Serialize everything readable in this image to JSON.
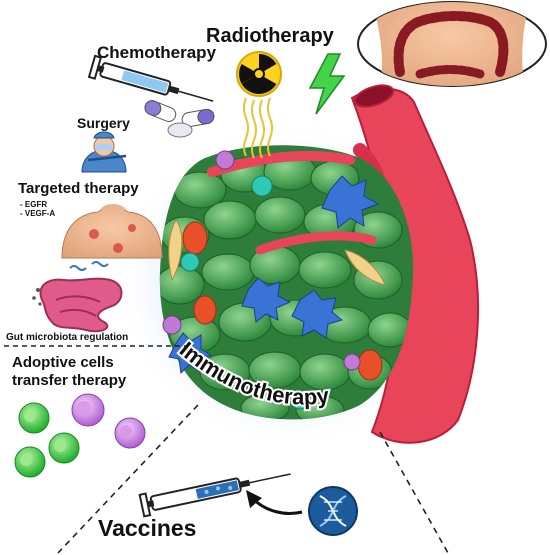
{
  "labels": {
    "radiotherapy": "Radiotherapy",
    "chemotherapy": "Chemotherapy",
    "surgery": "Surgery",
    "targeted_therapy": "Targeted therapy",
    "egfr": "- EGFR",
    "vegfa": "- VEGF-A",
    "gut_microbiota": "Gut microbiota regulation",
    "adoptive_line1": "Adoptive cells",
    "adoptive_line2": "transfer therapy",
    "immunotherapy": "Immunotherapy",
    "vaccines": "Vaccines"
  },
  "icons": {
    "radiation": "radiation-trefoil-icon",
    "lightning": "lightning-bolt-icon",
    "syringe": "syringe-icon",
    "pills": "pill-capsule-icon",
    "surgeon": "surgeon-icon",
    "torso": "human-torso-icon",
    "intestine": "intestine-icon",
    "dna": "dna-icon"
  },
  "colors": {
    "vessel": "#e8445a",
    "tumor_cell": "#3f9e4a",
    "radiation_yellow": "#ffd21f",
    "lightning_green": "#44d44a",
    "immune_cell_green": "#2ecc40",
    "immune_cell_purple": "#c07ad6",
    "dna_badge": "#1c5b9c"
  }
}
